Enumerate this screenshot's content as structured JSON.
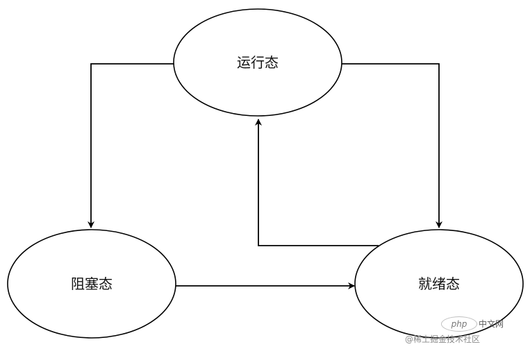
{
  "diagram": {
    "nodes": {
      "running": {
        "label": "运行态"
      },
      "blocked": {
        "label": "阻塞态"
      },
      "ready": {
        "label": "就绪态"
      }
    },
    "edges": [
      {
        "from": "running",
        "to": "blocked"
      },
      {
        "from": "running",
        "to": "ready"
      },
      {
        "from": "blocked",
        "to": "ready"
      },
      {
        "from": "ready",
        "to": "running"
      }
    ]
  },
  "watermark": {
    "logo_text": "php",
    "site_text": "中文网",
    "credit_text": "@稀土掘金技术社区"
  }
}
